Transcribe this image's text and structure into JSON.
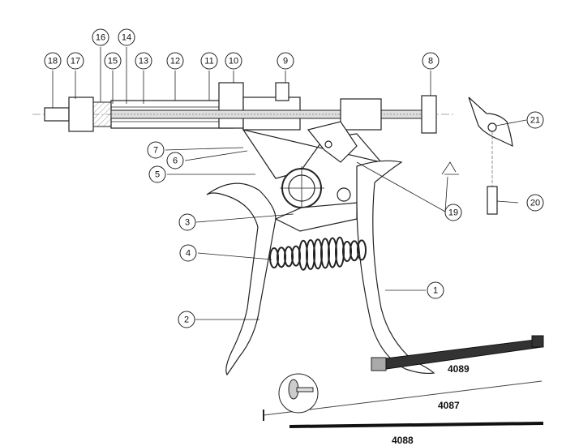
{
  "callouts": [
    "18",
    "17",
    "16",
    "15",
    "14",
    "13",
    "12",
    "11",
    "10",
    "9",
    "8",
    "7",
    "6",
    "5",
    "3",
    "4",
    "2",
    "1",
    "19",
    "20",
    "21"
  ],
  "codes": {
    "rod_dark": "4089",
    "rod_thin": "4087",
    "rod_black": "4088"
  }
}
